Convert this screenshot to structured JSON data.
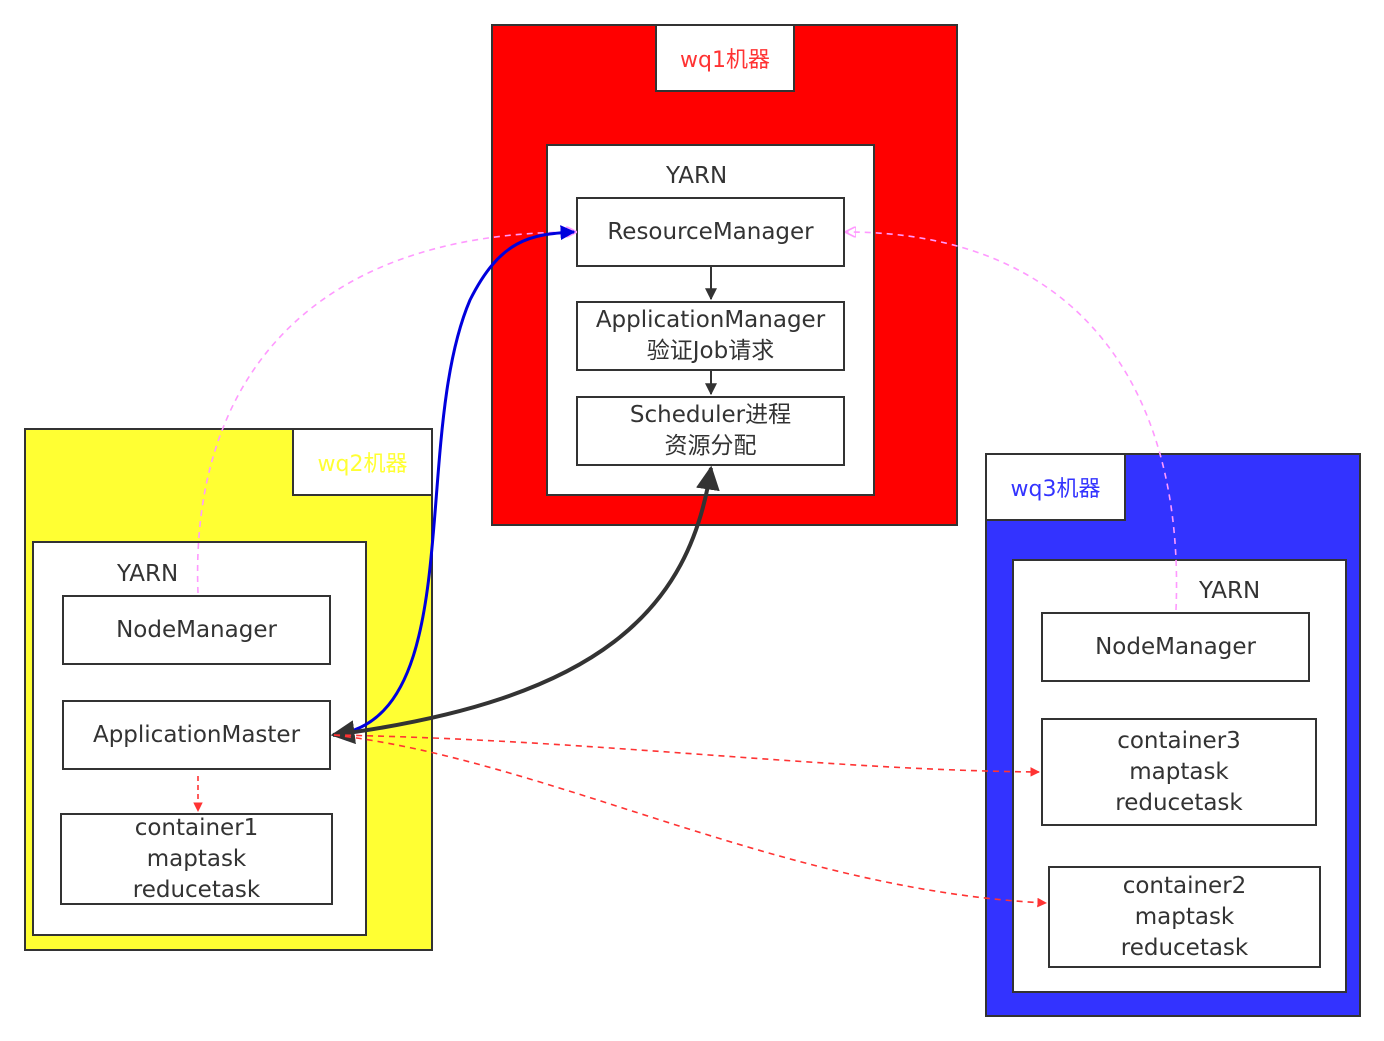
{
  "colors": {
    "wq1_fill": "#ff0000",
    "wq1_label": "#ff3333",
    "wq2_fill": "#ffff33",
    "wq2_label": "#ffff33",
    "wq3_fill": "#3333ff",
    "wq3_label": "#3333ff",
    "heartbeat_arrow": "#ff99ff",
    "am_rm_arrow": "#0000dd",
    "am_scheduler_arrow": "#333333",
    "container_arrow": "#ff3333"
  },
  "wq1": {
    "label": "wq1机器",
    "yarn_label": "YARN",
    "resource_manager": "ResourceManager",
    "application_manager_line1": "ApplicationManager",
    "application_manager_line2": "验证Job请求",
    "scheduler_line1": "Scheduler进程",
    "scheduler_line2": "资源分配"
  },
  "wq2": {
    "label": "wq2机器",
    "yarn_label": "YARN",
    "node_manager": "NodeManager",
    "application_master": "ApplicationMaster",
    "container1": {
      "name": "container1",
      "task1": "maptask",
      "task2": "reducetask"
    }
  },
  "wq3": {
    "label": "wq3机器",
    "yarn_label": "YARN",
    "node_manager": "NodeManager",
    "container3": {
      "name": "container3",
      "task1": "maptask",
      "task2": "reducetask"
    },
    "container2": {
      "name": "container2",
      "task1": "maptask",
      "task2": "reducetask"
    }
  }
}
